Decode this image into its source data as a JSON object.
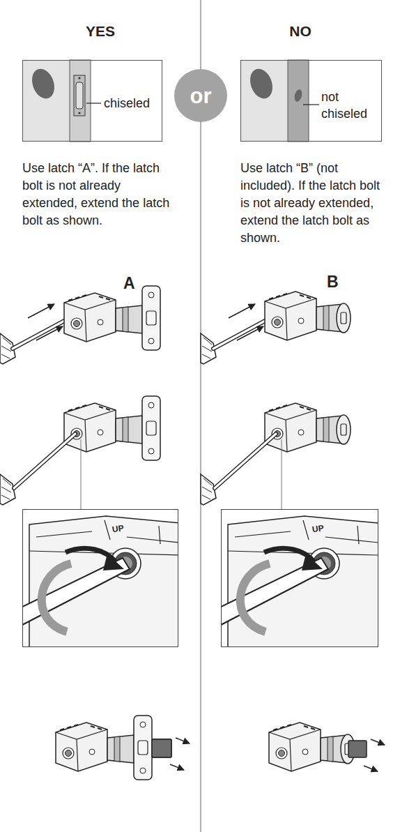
{
  "diagram": {
    "nodes": [
      {
        "text": [
          "chiseled"
        ]
      },
      {
        "text": [
          "or"
        ]
      },
      {
        "text": [
          "not chiseled"
        ]
      },
      {
        "text": [
          "UP"
        ]
      },
      {
        "text": [
          "UP"
        ]
      }
    ],
    "labels": [
      "YES",
      "NO",
      "Use latch “A”. If the latch bolt is not already extended, extend the latch bolt as shown.",
      "Use latch “B” (not included). If the latch bolt is not already extended, extend the latch bolt as shown.",
      "A",
      "B"
    ]
  }
}
